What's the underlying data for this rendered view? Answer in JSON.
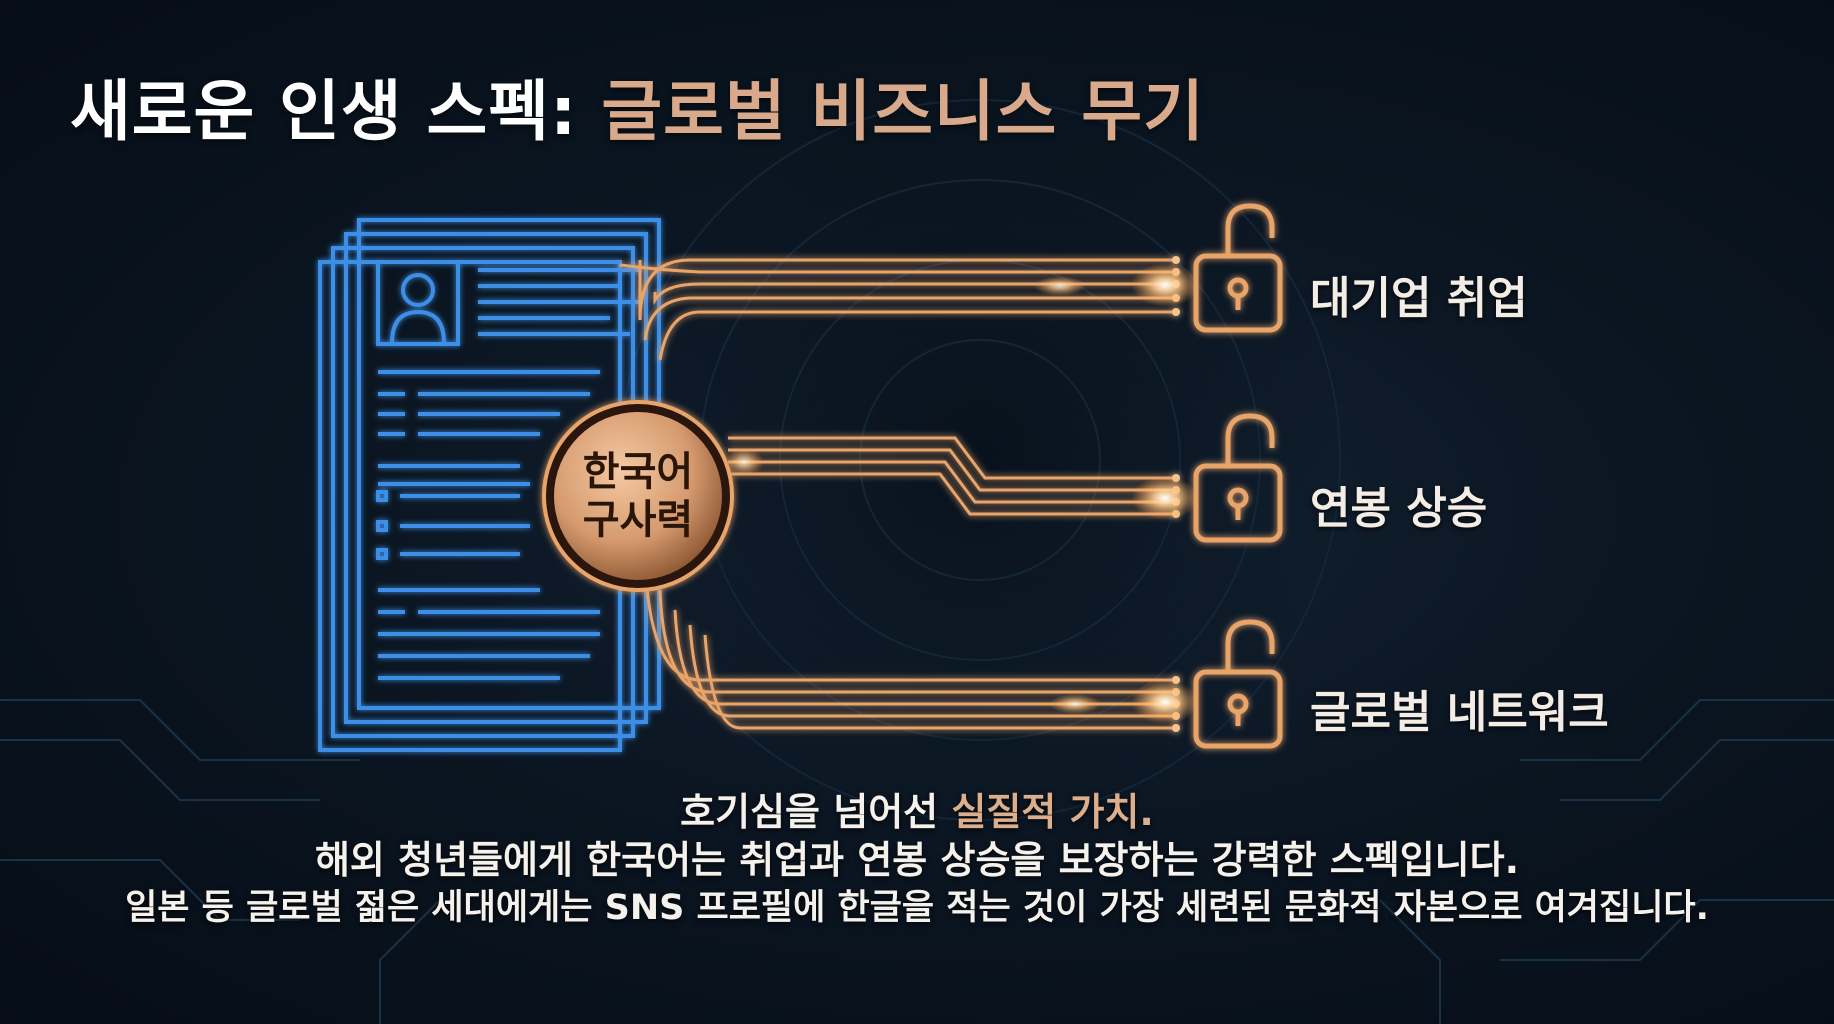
{
  "title": {
    "main": "새로운 인생 스펙:",
    "accent": "글로벌 비즈니스 무기"
  },
  "hub": {
    "line1": "한국어",
    "line2": "구사력"
  },
  "outcomes": [
    {
      "label": "대기업 취업",
      "icon": "unlocked-padlock-icon"
    },
    {
      "label": "연봉 상승",
      "icon": "unlocked-padlock-icon"
    },
    {
      "label": "글로벌 네트워크",
      "icon": "unlocked-padlock-icon"
    }
  ],
  "caption": {
    "line1_main": "호기심을 넘어선 ",
    "line1_accent": "실질적 가치.",
    "line2": "해외 청년들에게 한국어는 취업과 연봉 상승을 보장하는 강력한 스펙입니다.",
    "line3": "일본 등 글로벌 젊은 세대에게는 SNS 프로필에 한글을 적는 것이 가장 세련된 문화적 자본으로 여겨집니다."
  },
  "colors": {
    "background": "#0b1622",
    "resume_blue": "#3d8ee6",
    "circuit_copper": "#e9a46a",
    "title_accent": "#d9a98b"
  },
  "icons": {
    "resume": "resume-document-icon",
    "avatar": "person-avatar-icon"
  }
}
